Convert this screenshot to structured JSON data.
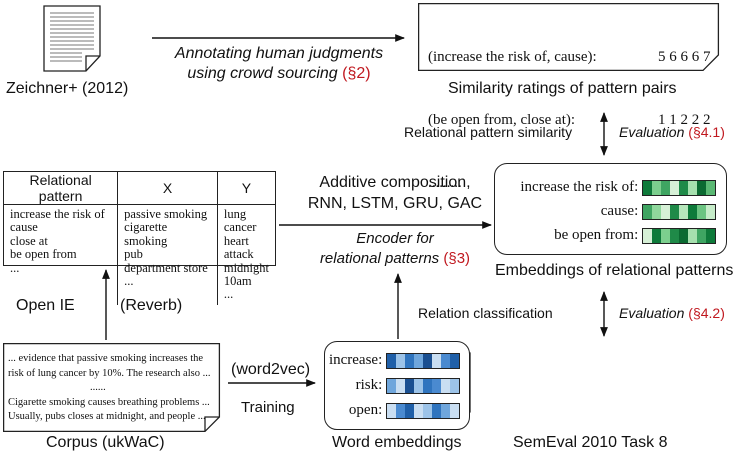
{
  "zeichner": {
    "label": "Zeichner+ (2012)"
  },
  "annotation": {
    "line1": "Annotating human judgments",
    "line2": "using crowd sourcing",
    "ref": "(§2)"
  },
  "ratings": {
    "rows": [
      {
        "pattern": "(increase the risk of, cause):",
        "scores": "5 6 6 6 7"
      },
      {
        "pattern": "(be open from, close at):",
        "scores": "1 1 2 2 2"
      },
      {
        "pattern": ".........",
        "scores": ".........."
      }
    ],
    "caption": "Similarity ratings of pattern pairs"
  },
  "eval_top": {
    "left": "Relational pattern similarity",
    "eval": "Evaluation",
    "ref": "(§4.1)"
  },
  "table": {
    "headers": [
      "Relational pattern",
      "X",
      "Y"
    ],
    "columns": [
      "increase the risk of\ncause\nclose at\nbe open from\n...",
      "passive smoking\ncigarette smoking\npub\ndepartment store\n...",
      "lung cancer\nheart attack\nmidnight\n10am\n..."
    ]
  },
  "encoder": {
    "line1": "Additive composition,",
    "line2": "RNN, LSTM, GRU, GAC",
    "enc1": "Encoder for",
    "enc2": "relational patterns",
    "ref": "(§3)"
  },
  "rel_embeddings": {
    "rows": [
      {
        "label": "increase the risk of:",
        "cells": [
          "#0e7a3a",
          "#7ccf8e",
          "#3fa562",
          "#d6f0d6",
          "#1f8a48",
          "#a6e0ae",
          "#0b6a31",
          "#5ab873"
        ]
      },
      {
        "label": "cause:",
        "cells": [
          "#3fa562",
          "#8fd79c",
          "#d6f0d6",
          "#1f8a48",
          "#b6e6bb",
          "#0e7a3a",
          "#6cc482",
          "#c6ecc9"
        ]
      },
      {
        "label": "be open from:",
        "cells": [
          "#d6f0d6",
          "#0e7a3a",
          "#7ccf8e",
          "#1f8a48",
          "#0b6a31",
          "#a6e0ae",
          "#3fa562",
          "#0e7a3a"
        ]
      }
    ],
    "caption": "Embeddings of relational patterns"
  },
  "openie": {
    "left": "Open IE",
    "right": "(Reverb)"
  },
  "eval_bottom": {
    "left": "Relation classification",
    "eval": "Evaluation",
    "ref": "(§4.2)"
  },
  "corpus": {
    "lines": [
      "... evidence that passive smoking increases the",
      "risk of lung cancer by 10%. The research also ...",
      "......",
      "Cigarette smoking causes breathing problems ...",
      "Usually, pubs closes at midnight, and people ..."
    ],
    "caption": "Corpus (ukWaC)"
  },
  "training": {
    "top": "(word2vec)",
    "bottom": "Training"
  },
  "word_embeddings": {
    "rows": [
      {
        "label": "increase:",
        "cells": [
          "#1f5fa8",
          "#9cc3e8",
          "#2f74be",
          "#6fa6dc",
          "#1a4f91",
          "#c9def2",
          "#4a8ad0",
          "#1f5fa8"
        ]
      },
      {
        "label": "risk:",
        "cells": [
          "#6fa6dc",
          "#c9def2",
          "#1a4f91",
          "#9cc3e8",
          "#2f74be",
          "#4a8ad0",
          "#c9def2",
          "#9cc3e8"
        ]
      },
      {
        "label": "open:",
        "cells": [
          "#c9def2",
          "#4a8ad0",
          "#1f5fa8",
          "#c9def2",
          "#9cc3e8",
          "#2f74be",
          "#6fa6dc",
          "#c9def2"
        ]
      }
    ],
    "caption": "Word embeddings"
  },
  "semeval": {
    "caption": "SemEval 2010 Task 8"
  }
}
